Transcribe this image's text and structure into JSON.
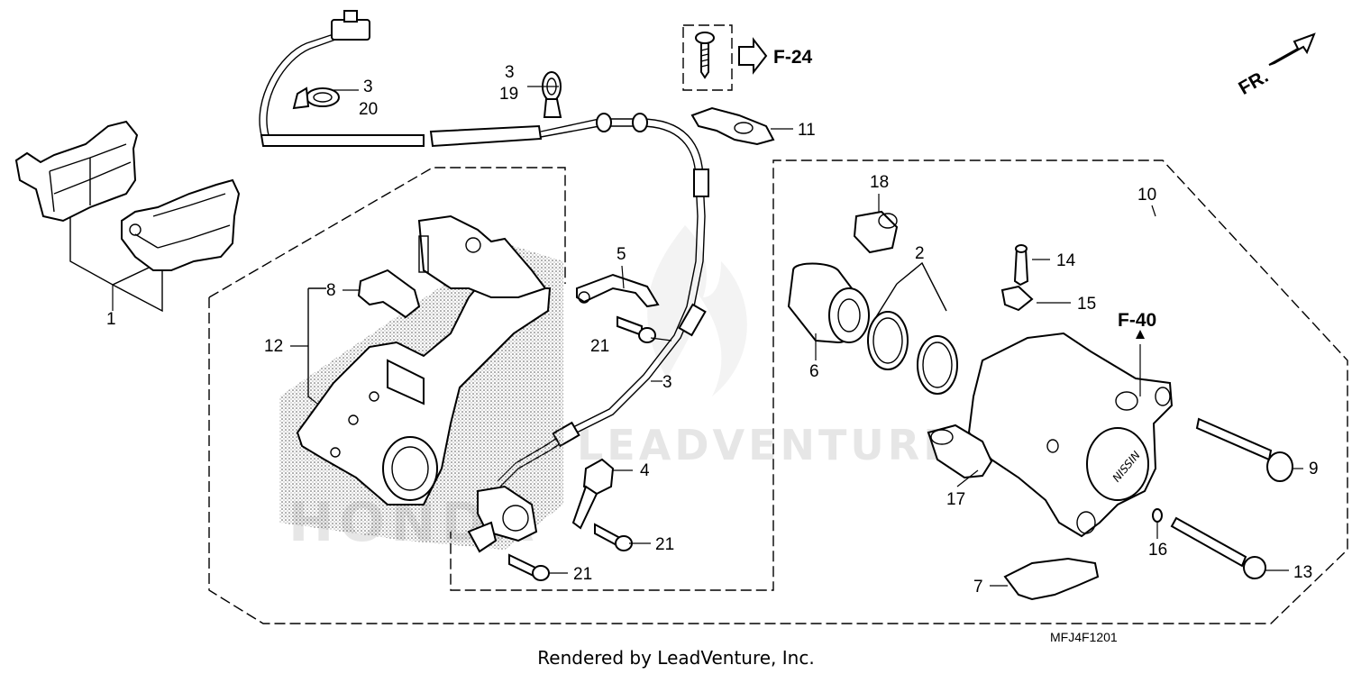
{
  "diagram": {
    "callouts": {
      "c1": "1",
      "c2": "2",
      "c3a": "3",
      "c3b": "3",
      "c3c": "3",
      "c4": "4",
      "c5": "5",
      "c6": "6",
      "c7": "7",
      "c8": "8",
      "c9": "9",
      "c10": "10",
      "c11": "11",
      "c12": "12",
      "c13": "13",
      "c14": "14",
      "c15": "15",
      "c16": "16",
      "c17": "17",
      "c18": "18",
      "c19": "19",
      "c20": "20",
      "c21a": "21",
      "c21b": "21",
      "c21c": "21"
    },
    "refs": {
      "f24": "F-24",
      "f40": "F-40",
      "fr": "FR."
    },
    "diagram_code": "MFJ4F1201",
    "watermark": {
      "brand": "LEADVENTURE",
      "caliper_logo": "NISSIN",
      "honda": "HONDA"
    },
    "caption": "Rendered by LeadVenture, Inc."
  }
}
